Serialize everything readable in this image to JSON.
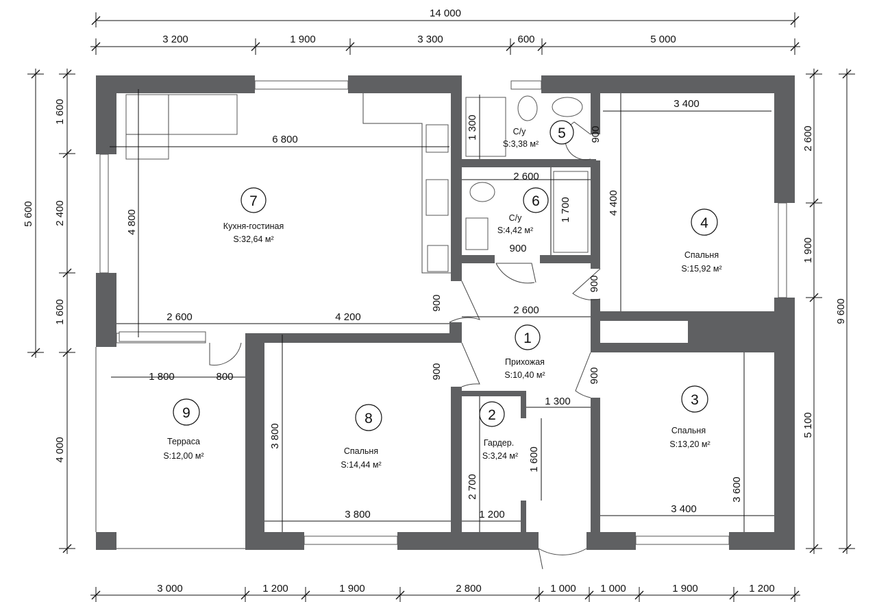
{
  "dimensions": {
    "top_total": "14 000",
    "top_segments": [
      "3 200",
      "1 900",
      "3 300",
      "600",
      "5 000"
    ],
    "bottom_segments": [
      "3 000",
      "1 200",
      "1 900",
      "2 800",
      "1 000",
      "1 000",
      "1 900",
      "1 200"
    ],
    "left_total": "5 600",
    "left_segments": [
      "1 600",
      "2 400",
      "1 600"
    ],
    "left_terrace": "4 000",
    "right_total": "9 600",
    "right_segments": [
      "2 600",
      "1 900"
    ],
    "right_lower": "5 100",
    "interior": {
      "living_width": "6 800",
      "living_height": "4 800",
      "living_bottom_left": "2 600",
      "living_bottom_right": "4 200",
      "bath5_height": "1 300",
      "bath5_door": "900",
      "bath6_width": "2 600",
      "bath6_height": "1 700",
      "bath6_door": "900",
      "bedroom4_width": "3 400",
      "bedroom4_height": "4 400",
      "bedroom4_door": "900",
      "hall_width": "2 600",
      "hall_door_left": "900",
      "hall_door_left2": "900",
      "hall_door_right": "900",
      "terrace_a": "1 800",
      "terrace_b": "800",
      "bedroom8_height": "3 800",
      "bedroom8_width": "3 800",
      "wardrobe_height": "2 700",
      "wardrobe_width": "1 200",
      "wardrobe_inner": "1 600",
      "wardrobe_top": "1 300",
      "bedroom3_width": "3 400",
      "bedroom3_height": "3 600"
    }
  },
  "rooms": [
    {
      "number": "1",
      "name": "Прихожая",
      "area": "S:10,40 м²"
    },
    {
      "number": "2",
      "name": "Гардер.",
      "area": "S:3,24 м²"
    },
    {
      "number": "3",
      "name": "Спальня",
      "area": "S:13,20 м²"
    },
    {
      "number": "4",
      "name": "Спальня",
      "area": "S:15,92 м²"
    },
    {
      "number": "5",
      "name": "С/у",
      "area": "S:3,38 м²"
    },
    {
      "number": "6",
      "name": "С/у",
      "area": "S:4,42 м²"
    },
    {
      "number": "7",
      "name": "Кухня-гостиная",
      "area": "S:32,64 м²"
    },
    {
      "number": "8",
      "name": "Спальня",
      "area": "S:14,44 м²"
    },
    {
      "number": "9",
      "name": "Терраса",
      "area": "S:12,00 м²"
    }
  ]
}
